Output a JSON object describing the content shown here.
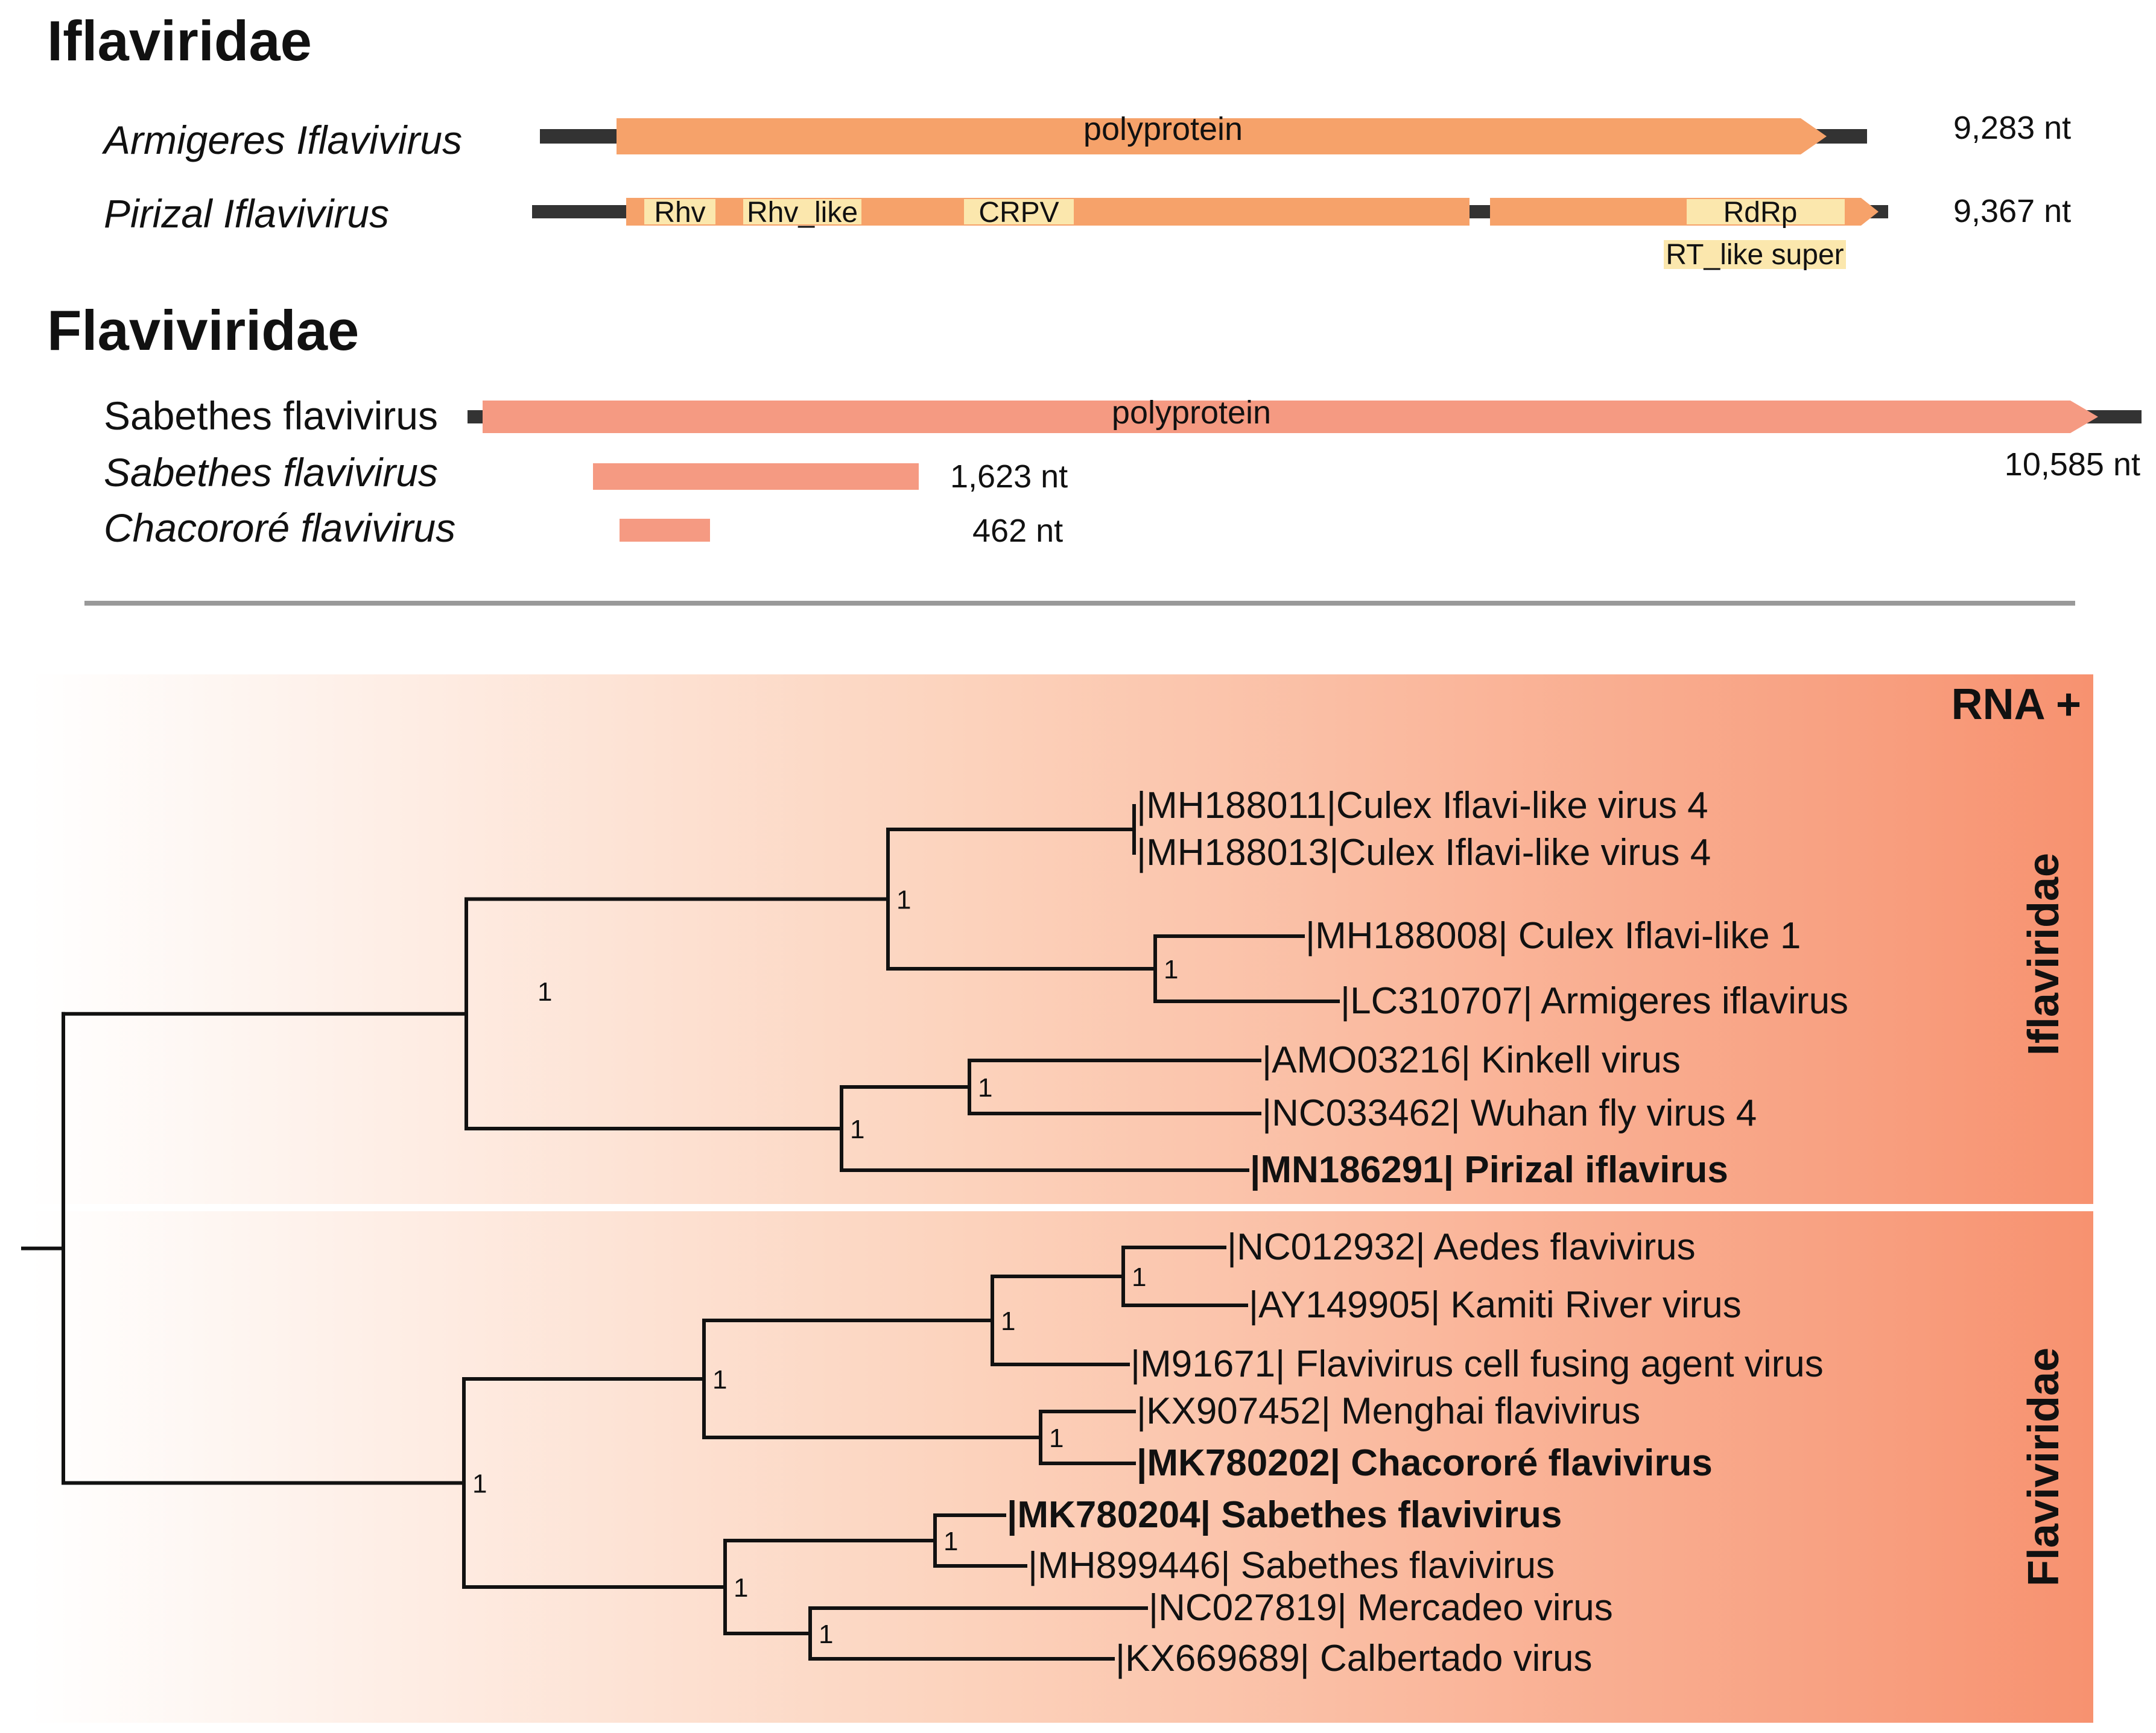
{
  "genome": {
    "sections": [
      {
        "heading": "Iflaviridae"
      },
      {
        "heading": "Flaviviridae"
      }
    ],
    "rows": [
      {
        "name": "Armigeres Iflavivirus",
        "italic": true,
        "label": "polyprotein",
        "length": "9,283 nt"
      },
      {
        "name": "Pirizal Iflavivirus",
        "italic": true,
        "length": "9,367 nt",
        "domains": [
          "Rhv",
          "Rhv_like",
          "CRPV",
          "RdRp",
          "RT_like super"
        ]
      },
      {
        "name": "Sabethes flavivirus",
        "italic": false,
        "label": "polyprotein",
        "length": "10,585 nt"
      },
      {
        "name": "Sabethes flavivirus",
        "italic": true,
        "length": "1,623 nt"
      },
      {
        "name": "Chacororé flavivirus",
        "italic": true,
        "length": "462 nt"
      }
    ]
  },
  "tree": {
    "panel_label": "RNA +",
    "clades": [
      "Iflaviridae",
      "Flaviviridae"
    ],
    "leaves": [
      {
        "text": "|MH188011|Culex Iflavi-like virus 4",
        "bold": false
      },
      {
        "text": "|MH188013|Culex Iflavi-like virus 4",
        "bold": false
      },
      {
        "text": "|MH188008| Culex Iflavi-like 1",
        "bold": false
      },
      {
        "text": "|LC310707| Armigeres iflavirus",
        "bold": false
      },
      {
        "text": "|AMO03216| Kinkell virus",
        "bold": false
      },
      {
        "text": "|NC033462| Wuhan fly virus 4",
        "bold": false
      },
      {
        "text": "|MN186291| Pirizal iflavirus",
        "bold": true
      },
      {
        "text": "|NC012932| Aedes flavivirus",
        "bold": false
      },
      {
        "text": "|AY149905| Kamiti River virus",
        "bold": false
      },
      {
        "text": "|M91671| Flavivirus cell fusing agent virus",
        "bold": false
      },
      {
        "text": "|KX907452| Menghai flavivirus",
        "bold": false
      },
      {
        "text": "|MK780202| Chacororé flavivirus",
        "bold": true
      },
      {
        "text": "|MK780204| Sabethes flavivirus",
        "bold": true
      },
      {
        "text": "|MH899446| Sabethes flavivirus",
        "bold": false
      },
      {
        "text": "|NC027819| Mercadeo virus",
        "bold": false
      },
      {
        "text": "|KX669689| Calbertado virus",
        "bold": false
      }
    ],
    "node_supports": [
      "1",
      "1",
      "1",
      "1",
      "1",
      "1",
      "1",
      "1",
      "1",
      "1",
      "1",
      "1",
      "1"
    ]
  },
  "colors": {
    "iflavi_orf": "#f6a26a",
    "flavi_orf": "#f59a82",
    "domain_box": "#fbe7ad",
    "utr_line": "#333333",
    "divider": "#999999",
    "panel_gradient_end": "#f79270"
  }
}
